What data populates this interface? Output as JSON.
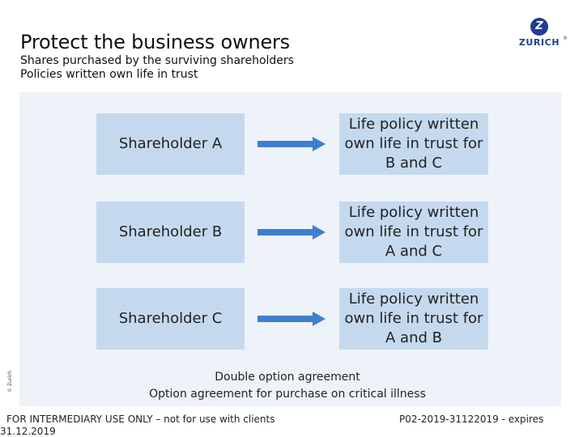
{
  "header": {
    "title": "Protect the business owners",
    "subtitle_line1": "Shares purchased by the surviving shareholders",
    "subtitle_line2": "Policies written own life in trust"
  },
  "logo": {
    "mark": "Z",
    "text": "ZURICH",
    "reg": "®"
  },
  "rows": [
    {
      "shareholder": "Shareholder A",
      "policy": "Life policy written own life in trust for B and C"
    },
    {
      "shareholder": "Shareholder B",
      "policy": "Life policy written own life in trust for A and C"
    },
    {
      "shareholder": "Shareholder C",
      "policy": "Life policy written own life in trust for A and B"
    }
  ],
  "agreement": {
    "line1": "Double option agreement",
    "line2": "Option agreement for purchase on critical illness"
  },
  "side_copyright": "© Zurich",
  "footer": {
    "left_line1": "FOR INTERMEDIARY USE ONLY – not for use with clients",
    "left_line2": "31.12.2019",
    "right": "P02-2019-31122019 - expires"
  },
  "colors": {
    "box_fill": "#c5d9ee",
    "panel_fill": "#eef3f9",
    "arrow": "#3f7fd0",
    "brand": "#1f3f8f"
  },
  "icons": {
    "arrow": "right-arrow-icon",
    "logo": "zurich-logo-icon"
  }
}
